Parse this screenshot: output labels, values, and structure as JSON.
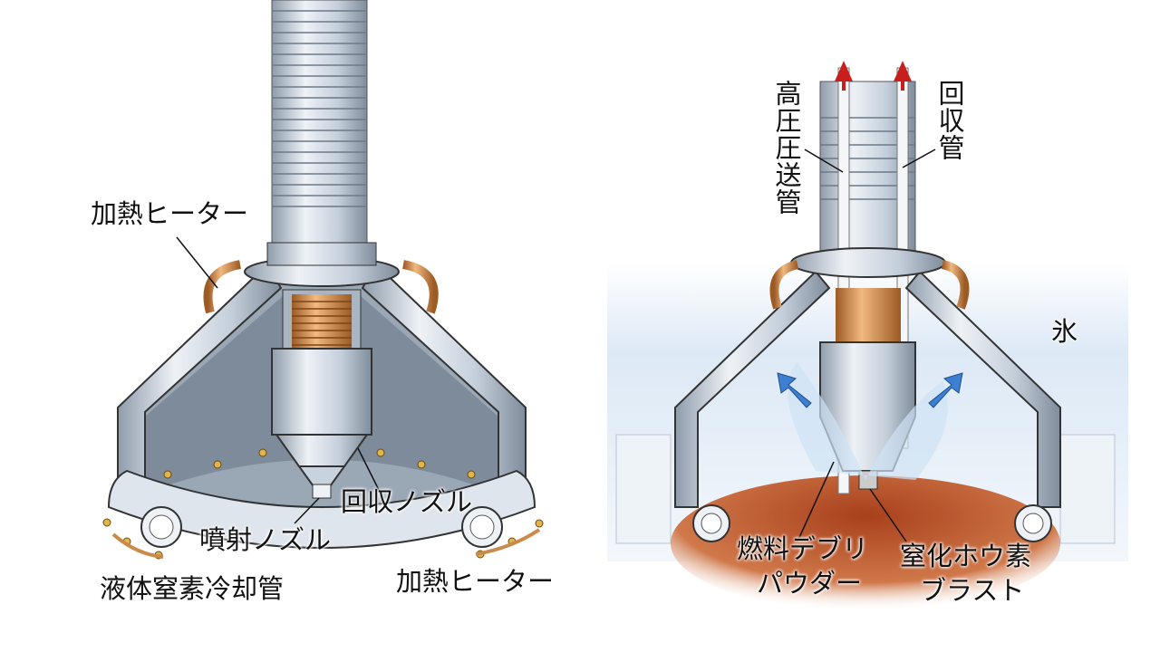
{
  "left_figure": {
    "labels": {
      "heater_top": "加熱ヒーター",
      "recovery_nozzle": "回収ノズル",
      "injection_nozzle": "噴射ノズル",
      "ln2_cooling_tube": "液体窒素冷却管",
      "heater_bottom": "加熱ヒーター"
    }
  },
  "right_figure": {
    "labels": {
      "high_pressure_feed_tube": "高圧圧送管",
      "recovery_tube": "回収管",
      "ice": "氷",
      "fuel_debris_line1": "燃料デブリ",
      "fuel_debris_line2": "パウダー",
      "bn_blast_line1": "窒化ホウ素",
      "bn_blast_line2": "ブラスト"
    }
  },
  "colors": {
    "metal": "#c9d3de",
    "metal_dark": "#8d9aa8",
    "copper": "#c98a4a",
    "debris": "#b8532c",
    "flow_arrow": "#3f7fd0",
    "exhaust_arrow": "#c81e1e",
    "ice_glow": "#dbe9f7"
  }
}
